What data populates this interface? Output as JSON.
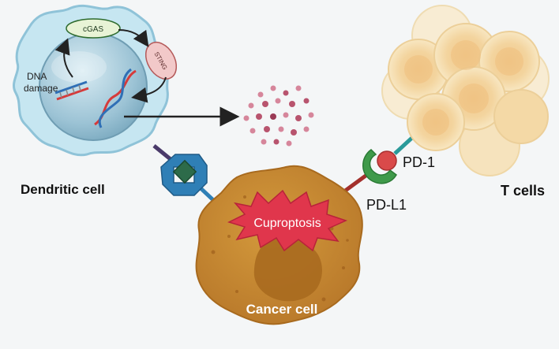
{
  "labels": {
    "cgas": "cGAS",
    "sting": "STING",
    "dna_damage_line1": "DNA",
    "dna_damage_line2": "damage",
    "dendritic_cell": "Dendritic cell",
    "cuproptosis": "Cuproptosis",
    "cancer_cell": "Cancer cell",
    "pd1": "PD-1",
    "pdl1": "PD-L1",
    "t_cells": "T cells"
  },
  "colors": {
    "background": "#f4f6f7",
    "dendritic_body": "#bfe2ef",
    "nucleus": "#8fb8cc",
    "cancer_body": "#c98a2c",
    "cancer_nucleus": "#a96a1c",
    "cuproptosis_burst": "#e0364c",
    "tcell_outer": "#f3dfae",
    "tcell_inner": "#f0c98a",
    "pd1": "#d94a4a",
    "pdl1": "#3f9a4a",
    "receptor_blue": "#2f7fb6",
    "receptor_green": "#2d6b4a",
    "particles": "#b8546e"
  }
}
